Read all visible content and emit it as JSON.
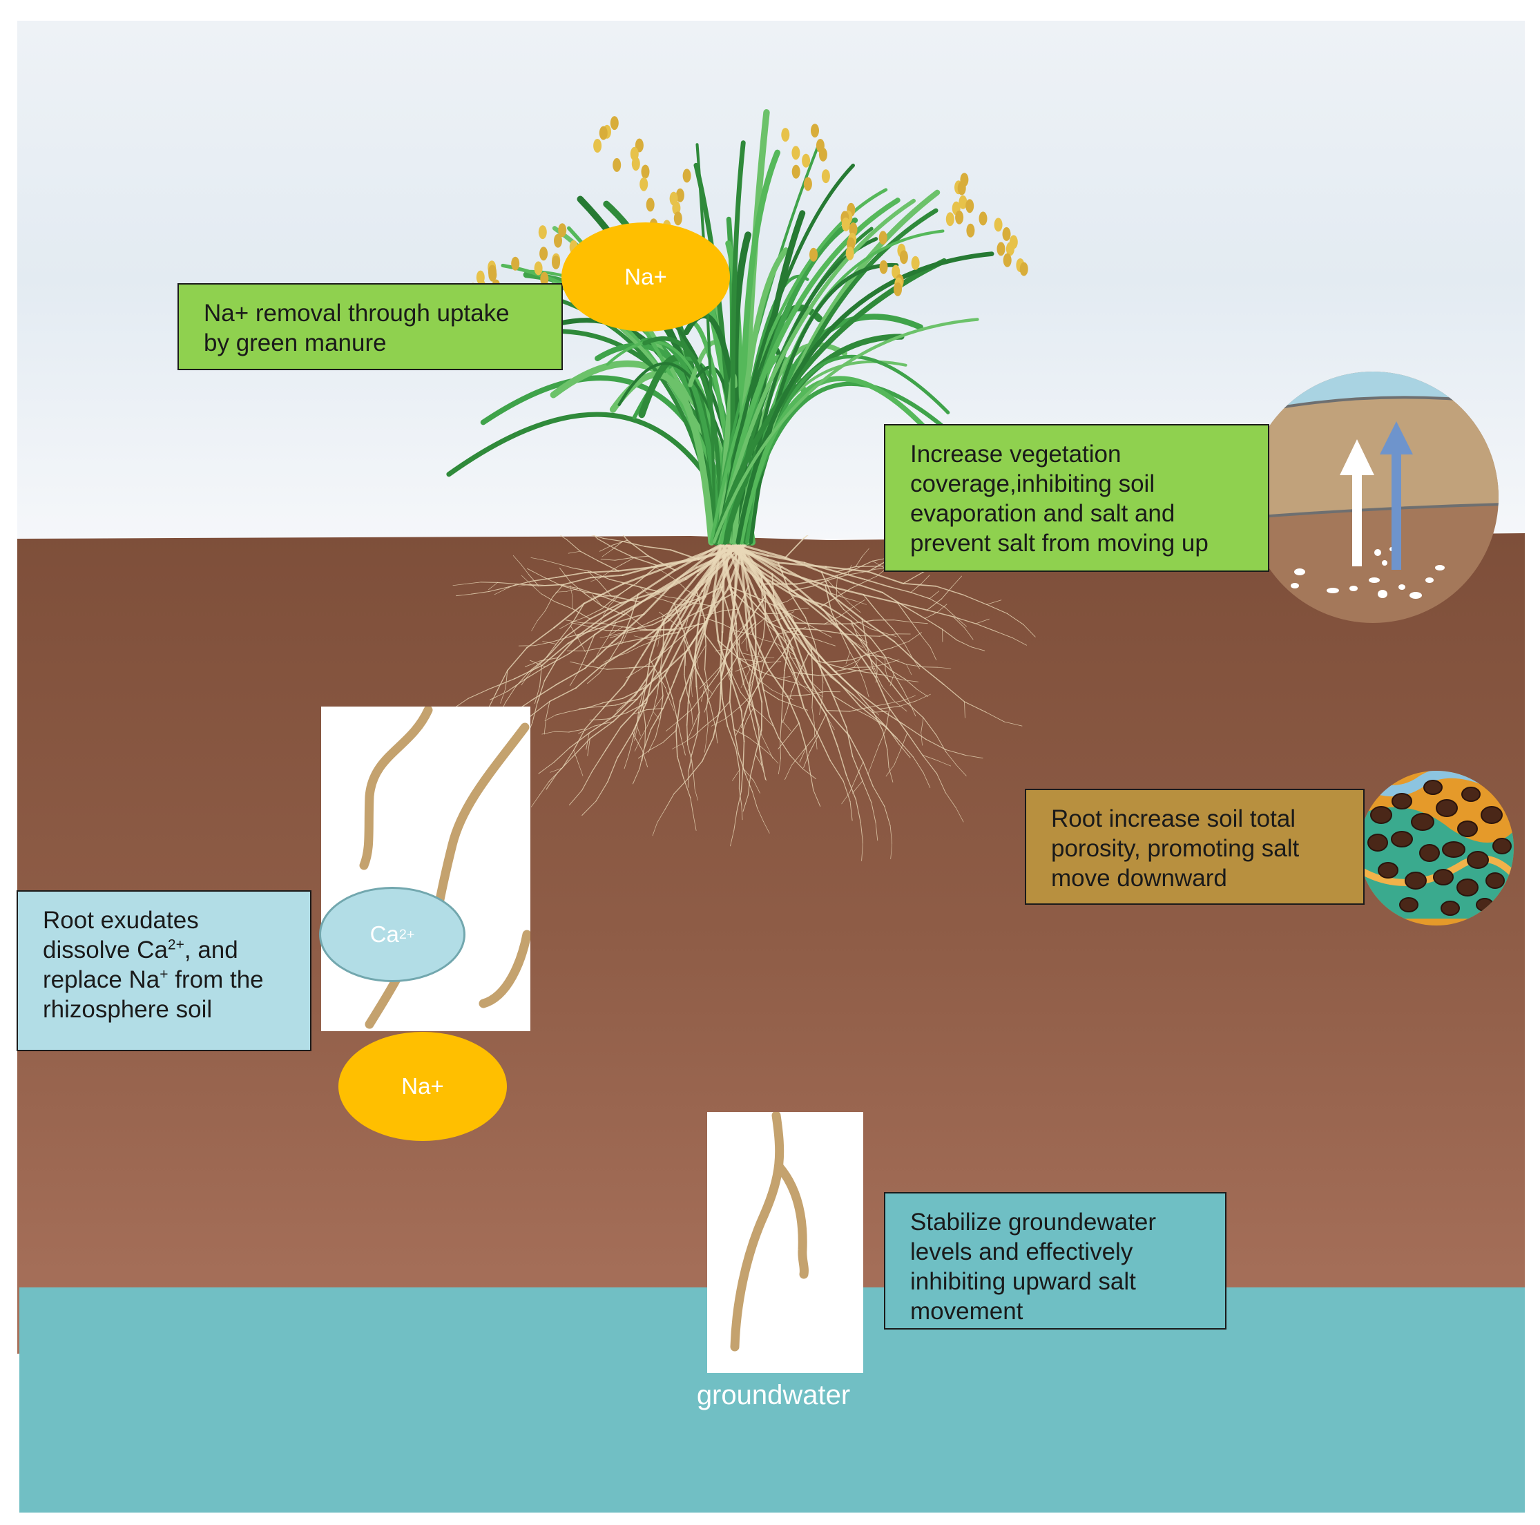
{
  "labels": {
    "na_removal": "Na+ removal through uptake by green manure",
    "vegetation": "Increase vegetation coverage,inhibiting soil evaporation and salt and prevent salt from moving up",
    "porosity": "Root increase soil total porosity, promoting salt move downward",
    "exudates": {
      "part1": "Root exudates dissolve Ca",
      "sup1": "2+",
      "part2": ", and replace Na",
      "sup2": "+",
      "part3": " from the rhizosphere soil"
    },
    "groundwater_stabilize": "Stabilize groundewater levels and effectively inhibiting upward salt movement",
    "groundwater": "groundwater"
  },
  "ions": {
    "na_top": "Na+",
    "na_bottom": "Na+",
    "ca": "Ca",
    "ca_sup": "2+"
  },
  "colors": {
    "sky": "#e9f0f6",
    "soil": "#8a5a44",
    "groundwater": "#71bfc4",
    "sodium": "#ffbf00",
    "calcium": "#b2dde6",
    "green_label": "#8fd14f",
    "tan_label": "#b8903f",
    "root": "#e8d8b8",
    "inset_root": "#c4a26e"
  },
  "icons": [
    "rice-plant-icon",
    "root-system-icon",
    "soil-layer-arrows-icon",
    "soil-pore-icon",
    "root-inset-icon"
  ]
}
